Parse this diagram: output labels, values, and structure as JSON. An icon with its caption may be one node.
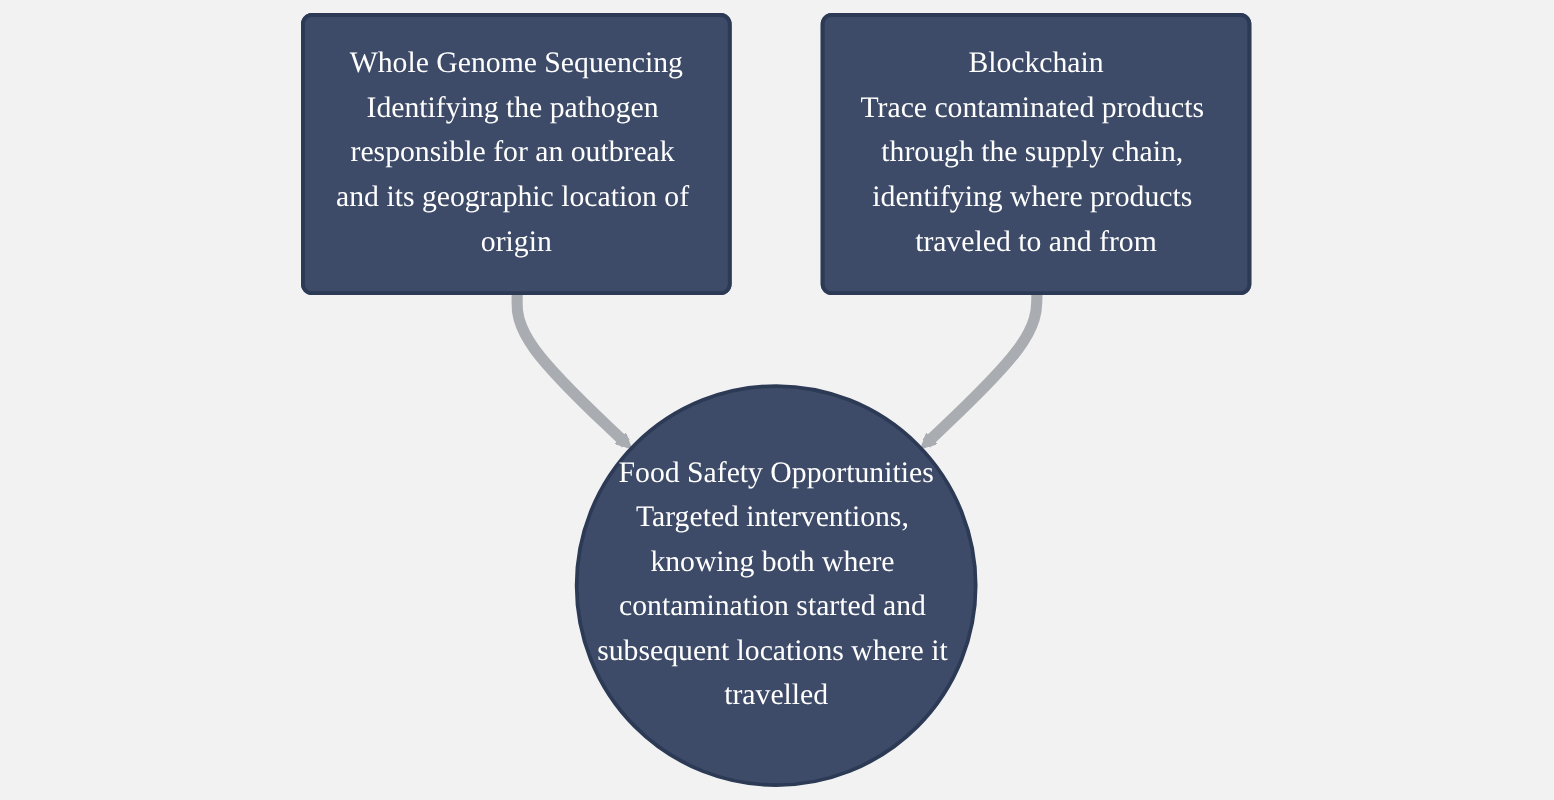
{
  "diagram": {
    "nodes": [
      {
        "text": [
          "Whole Genome Sequencing",
          "Identifying the pathogen responsible for an outbreak and its geographic location of origin"
        ]
      },
      {
        "text": [
          "Blockchain",
          "Trace contaminated products through the supply chain, identifying where products traveled to and from"
        ]
      },
      {
        "text": [
          "Food Safety Opportunities",
          "Targeted interventions, knowing both where contamination started and subsequent locations where it travelled"
        ]
      }
    ],
    "edges": [
      {
        "from": 0,
        "to": 2,
        "arrow": "to"
      },
      {
        "from": 1,
        "to": 2,
        "arrow": "to"
      }
    ]
  }
}
